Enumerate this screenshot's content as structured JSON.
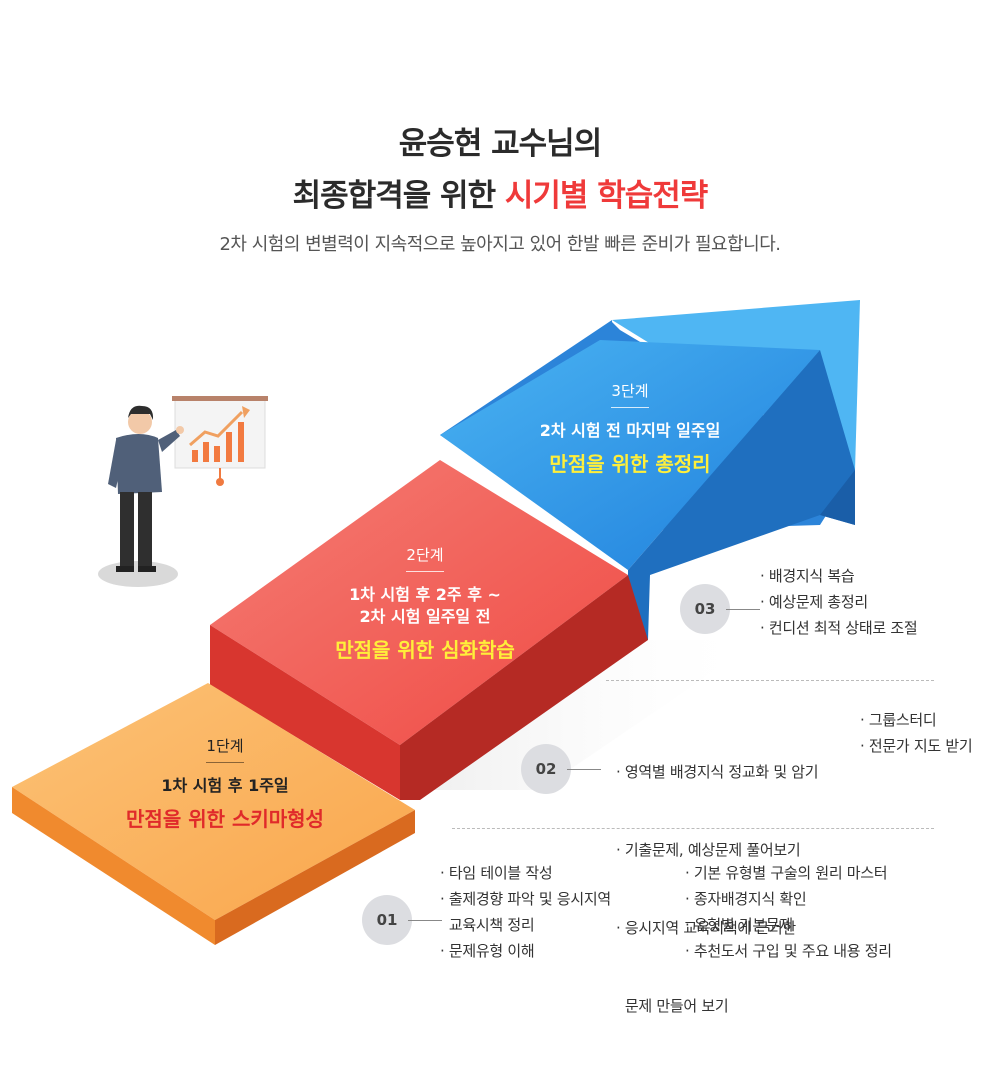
{
  "header": {
    "title_line1": "윤승현 교수님의",
    "title_line2_prefix": "최종합격을 위한 ",
    "title_line2_highlight": "시기별 학습전략",
    "subtitle": "2차 시험의 변별력이 지속적으로 높아지고 있어 한발 빠른 준비가 필요합니다."
  },
  "stages": [
    {
      "label": "1단계",
      "desc": [
        "1차 시험 후 1주일"
      ],
      "goal": "만점을 위한 스키마형성"
    },
    {
      "label": "2단계",
      "desc": [
        "1차 시험 후 2주 후 ~",
        "2차 시험 일주일 전"
      ],
      "goal": "만점을 위한 심화학습"
    },
    {
      "label": "3단계",
      "desc": [
        "2차 시험 전 마지막 일주일"
      ],
      "goal": "만점을 위한 총정리"
    }
  ],
  "steps": [
    {
      "number": "01",
      "col1": [
        "· 타임 테이블 작성",
        "· 출제경향 파악 및 응시지역",
        "  교육시책 정리",
        "· 문제유형 이해"
      ],
      "col2": [
        "· 기본 유형별 구술의 원리 마스터",
        "· 종자배경지식 확인",
        "· 유형별 기본문제",
        "· 추천도서 구입 및 주요 내용 정리"
      ]
    },
    {
      "number": "02",
      "col1": [
        "· 영역별 배경지식 정교화 및 암기",
        "· 기출문제, 예상문제 풀어보기",
        "· 응시지역 교육시책에 근거한",
        "  문제 만들어 보기"
      ],
      "col2": [
        "· 그룹스터디",
        "· 전문가 지도 받기"
      ]
    },
    {
      "number": "03",
      "col1": [
        "· 배경지식 복습",
        "· 예상문제 총정리",
        "· 컨디션 최적 상태로 조절"
      ],
      "col2": []
    }
  ],
  "colors": {
    "accent_red": "#ef3a3a",
    "goal_yellow": "#ffef3a",
    "stage1": "#fbb45e",
    "stage2": "#f25d55",
    "stage3": "#2f96e6"
  },
  "icons": [
    "presenter-illustration",
    "chart-board-icon",
    "arrow-up-icon"
  ]
}
